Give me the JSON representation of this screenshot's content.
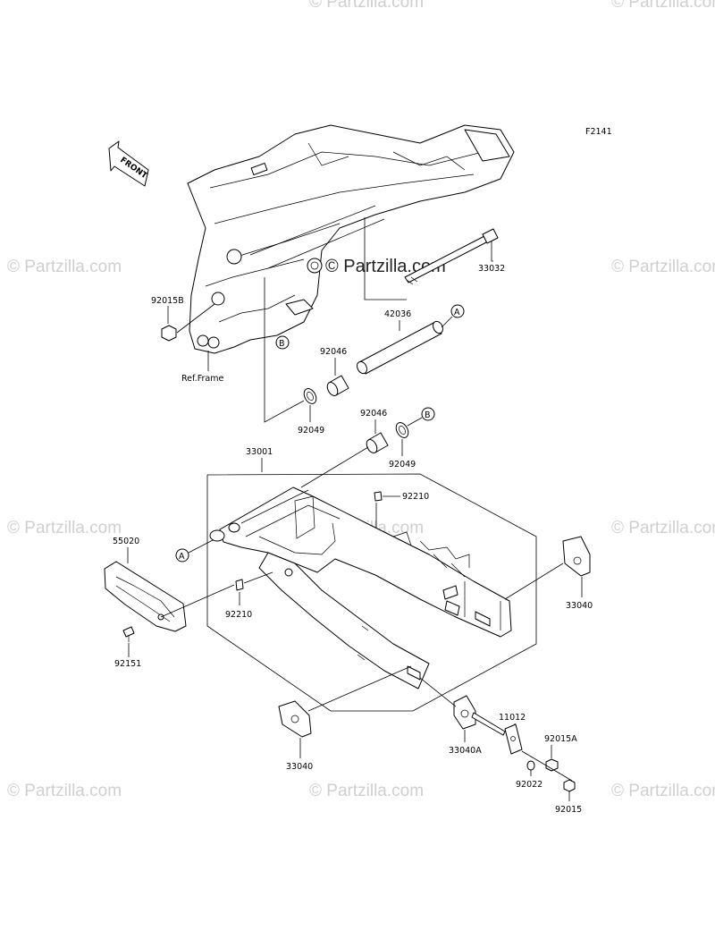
{
  "figure_code": "F2141",
  "front_arrow_text": "FRONT",
  "watermark_text": "© Partzilla.com",
  "center_watermark_text": "© Partzilla.com",
  "ref_frame_label": "Ref.Frame",
  "callout_markers": {
    "a": "A",
    "b": "B"
  },
  "part_labels": {
    "p33032": "33032",
    "p92015b": "92015B",
    "p42036": "42036",
    "p92046_upper": "92046",
    "p92049_upper": "92049",
    "p92046_lower": "92046",
    "p92049_lower": "92049",
    "p33001": "33001",
    "p92210_upper": "92210",
    "p55020": "55020",
    "p92210_lower": "92210",
    "p92151": "92151",
    "p33040_right": "33040",
    "p33040_left": "33040",
    "p33040a": "33040A",
    "p11012": "11012",
    "p92015a": "92015A",
    "p92022": "92022",
    "p92015": "92015"
  }
}
